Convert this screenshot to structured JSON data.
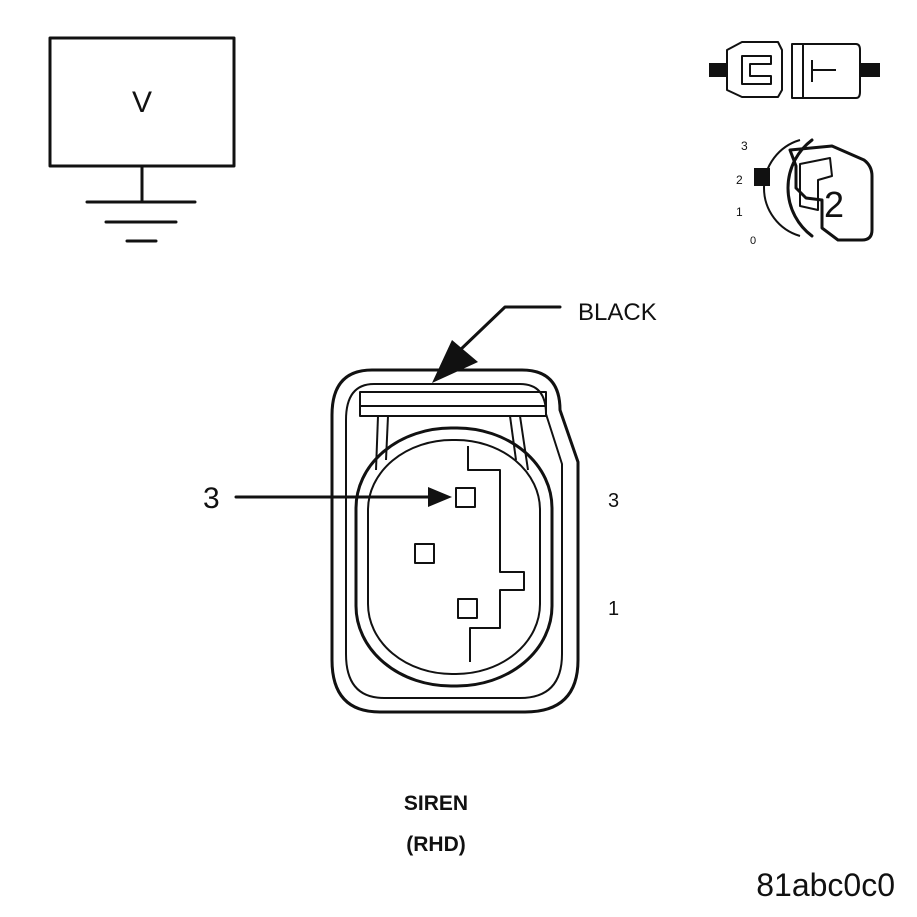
{
  "meter": {
    "label": "V"
  },
  "ignition": {
    "positions": [
      "3",
      "2",
      "1",
      "0"
    ],
    "selected": "2"
  },
  "connector": {
    "color_label": "BLACK",
    "probe_pin": "3",
    "pin_labels": [
      "3",
      "1"
    ]
  },
  "caption": {
    "name": "SIREN",
    "variant": "(RHD)"
  },
  "figure_id": "81abc0c0"
}
